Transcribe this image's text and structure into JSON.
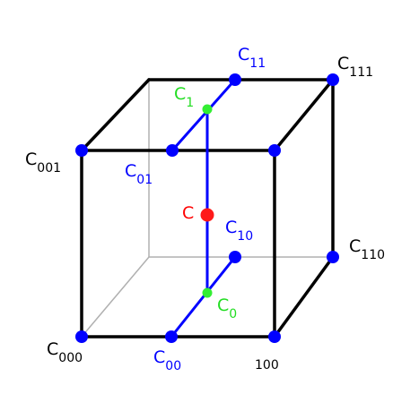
{
  "colors": {
    "background": "#ffffff",
    "front_edge": "#000000",
    "hidden_edge": "#b0b0b0",
    "interp_line": "#0000ff",
    "vertex": "#0000ff",
    "mid_point": "#33ee33",
    "result_point": "#ff1a1a",
    "label_black": "#000000",
    "label_blue": "#0000ff",
    "label_green": "#22dd22",
    "label_red": "#ff0000"
  },
  "labels": {
    "c000": {
      "base": "C",
      "sub": "000"
    },
    "c001": {
      "base": "C",
      "sub": "001"
    },
    "c111": {
      "base": "C",
      "sub": "111"
    },
    "c110": {
      "base": "C",
      "sub": "110"
    },
    "c00": {
      "base": "C",
      "sub": "00"
    },
    "c01": {
      "base": "C",
      "sub": "01"
    },
    "c10": {
      "base": "C",
      "sub": "10"
    },
    "c11": {
      "base": "C",
      "sub": "11"
    },
    "c0": {
      "base": "C",
      "sub": "0"
    },
    "c1": {
      "base": "C",
      "sub": "1"
    },
    "c": {
      "base": "C"
    },
    "v100": "100"
  }
}
